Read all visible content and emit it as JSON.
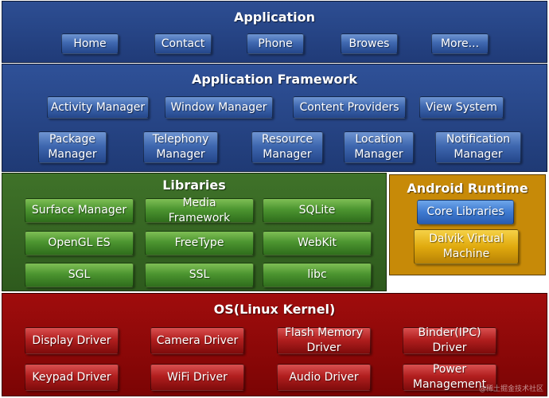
{
  "application": {
    "title": "Application",
    "items": [
      "Home",
      "Contact",
      "Phone",
      "Browes",
      "More..."
    ]
  },
  "framework": {
    "title": "Application Framework",
    "row1": [
      "Activity Manager",
      "Window Manager",
      "Content Providers",
      "View System"
    ],
    "row2": [
      "Package\nManager",
      "Telephony\nManager",
      "Resource\nManager",
      "Location\nManager",
      "Notification\nManager"
    ]
  },
  "libraries": {
    "title": "Libraries",
    "items": [
      "Surface Manager",
      "Media\nFramework",
      "SQLite",
      "OpenGL ES",
      "FreeType",
      "WebKit",
      "SGL",
      "SSL",
      "libc"
    ]
  },
  "runtime": {
    "title": "Android Runtime",
    "core": "Core Libraries",
    "dalvik": "Dalvik Virtual\nMachine"
  },
  "kernel": {
    "title": "OS(Linux Kernel)",
    "items": [
      "Display Driver",
      "Camera Driver",
      "Flash Memory\nDriver",
      "Binder(IPC)\nDriver",
      "Keypad Driver",
      "WiFi Driver",
      "Audio Driver",
      "Power\nManagement"
    ]
  },
  "watermark": "@稀土掘金技术社区",
  "colors": {
    "application_layer": "#203b78",
    "libraries_layer": "#3f7229",
    "runtime_layer": "#c78a08",
    "kernel_layer": "#8b0808",
    "core_libraries": "#3e7ad0",
    "dalvik": "#e0aa0e"
  }
}
